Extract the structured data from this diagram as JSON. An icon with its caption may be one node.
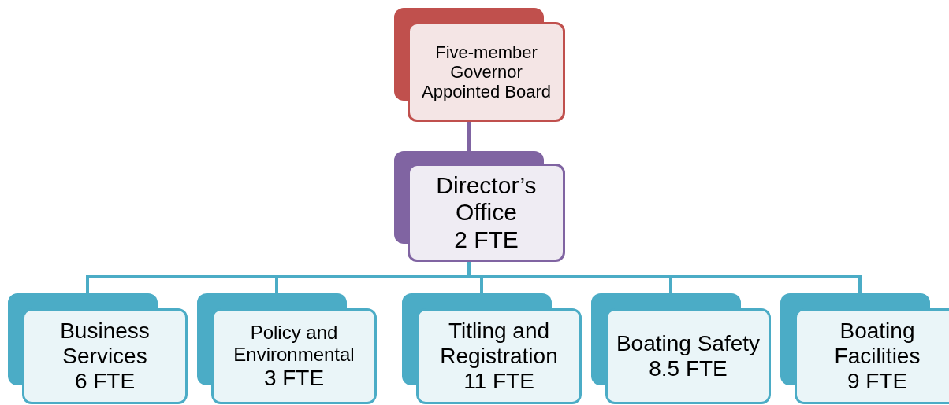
{
  "diagram": {
    "nodes": [
      {
        "text": [
          "Five-member Governor Appointed Board"
        ]
      },
      {
        "text": [
          "Director’s Office",
          "2 FTE"
        ]
      },
      {
        "text": [
          "Business Services",
          "6 FTE"
        ]
      },
      {
        "text": [
          "Policy and Environmental",
          "3 FTE"
        ]
      },
      {
        "text": [
          "Titling and Registration",
          "11 FTE"
        ]
      },
      {
        "text": [
          "Boating Safety",
          "8.5 FTE"
        ]
      },
      {
        "text": [
          "Boating Facilities",
          "9 FTE"
        ]
      }
    ],
    "edges": [
      {
        "from": 0,
        "to": 1,
        "arrow": "none",
        "color": "#8064a2"
      },
      {
        "from": 1,
        "to": 2,
        "arrow": "none"
      },
      {
        "from": 1,
        "to": 3,
        "arrow": "none"
      },
      {
        "from": 1,
        "to": 4,
        "arrow": "none"
      },
      {
        "from": 1,
        "to": 5,
        "arrow": "none"
      },
      {
        "from": 1,
        "to": 6,
        "arrow": "none"
      }
    ]
  }
}
